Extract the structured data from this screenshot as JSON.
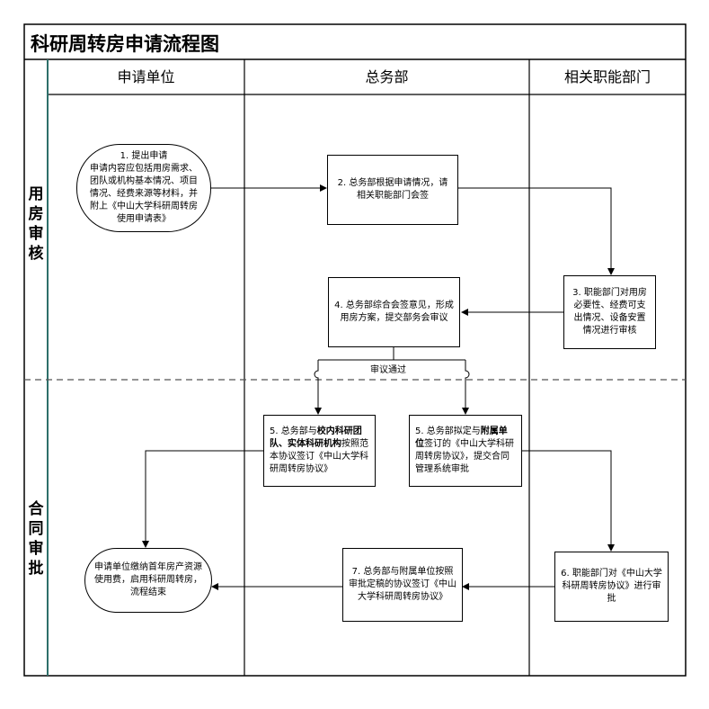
{
  "title": "科研周转房申请流程图",
  "lanes": [
    "申请单位",
    "总务部",
    "相关职能部门"
  ],
  "phases": [
    "用房审核",
    "合同审批"
  ],
  "nodes": {
    "n1": "1. 提出申请\n申请内容应包括用房需求、团队或机构基本情况、项目情况、经费来源等材料，并附上《中山大学科研周转房使用申请表》",
    "n2": "2. 总务部根据申请情况，请相关职能部门会签",
    "n3": "3. 职能部门对用房必要性、经费可支出情况、设备安置情况进行审核",
    "n4": "4. 总务部综合会签意见，形成用房方案，提交部务会审议",
    "n5a_pre": "5. 总务部与",
    "n5a_bold1": "校内科研团队、实体科研机构",
    "n5a_post": "按照范本协议签订《中山大学科研周转房协议》",
    "n5b_pre": "5. 总务部拟定与",
    "n5b_bold": "附属单位",
    "n5b_post": "签订的《中山大学科研周转房协议》，提交合同管理系统审批",
    "n6": "6. 职能部门对《中山大学科研周转房协议》进行审批",
    "n7": "7. 总务部与附属单位按照审批定稿的协议签订《中山大学科研周转房协议》",
    "n8": "申请单位缴纳首年房产资源使用费，启用科研周转房，流程结束"
  },
  "edge_label": "审议通过",
  "colors": {
    "line": "#000000",
    "lane_accent": "#2e6f6a",
    "divider": "#555555"
  }
}
